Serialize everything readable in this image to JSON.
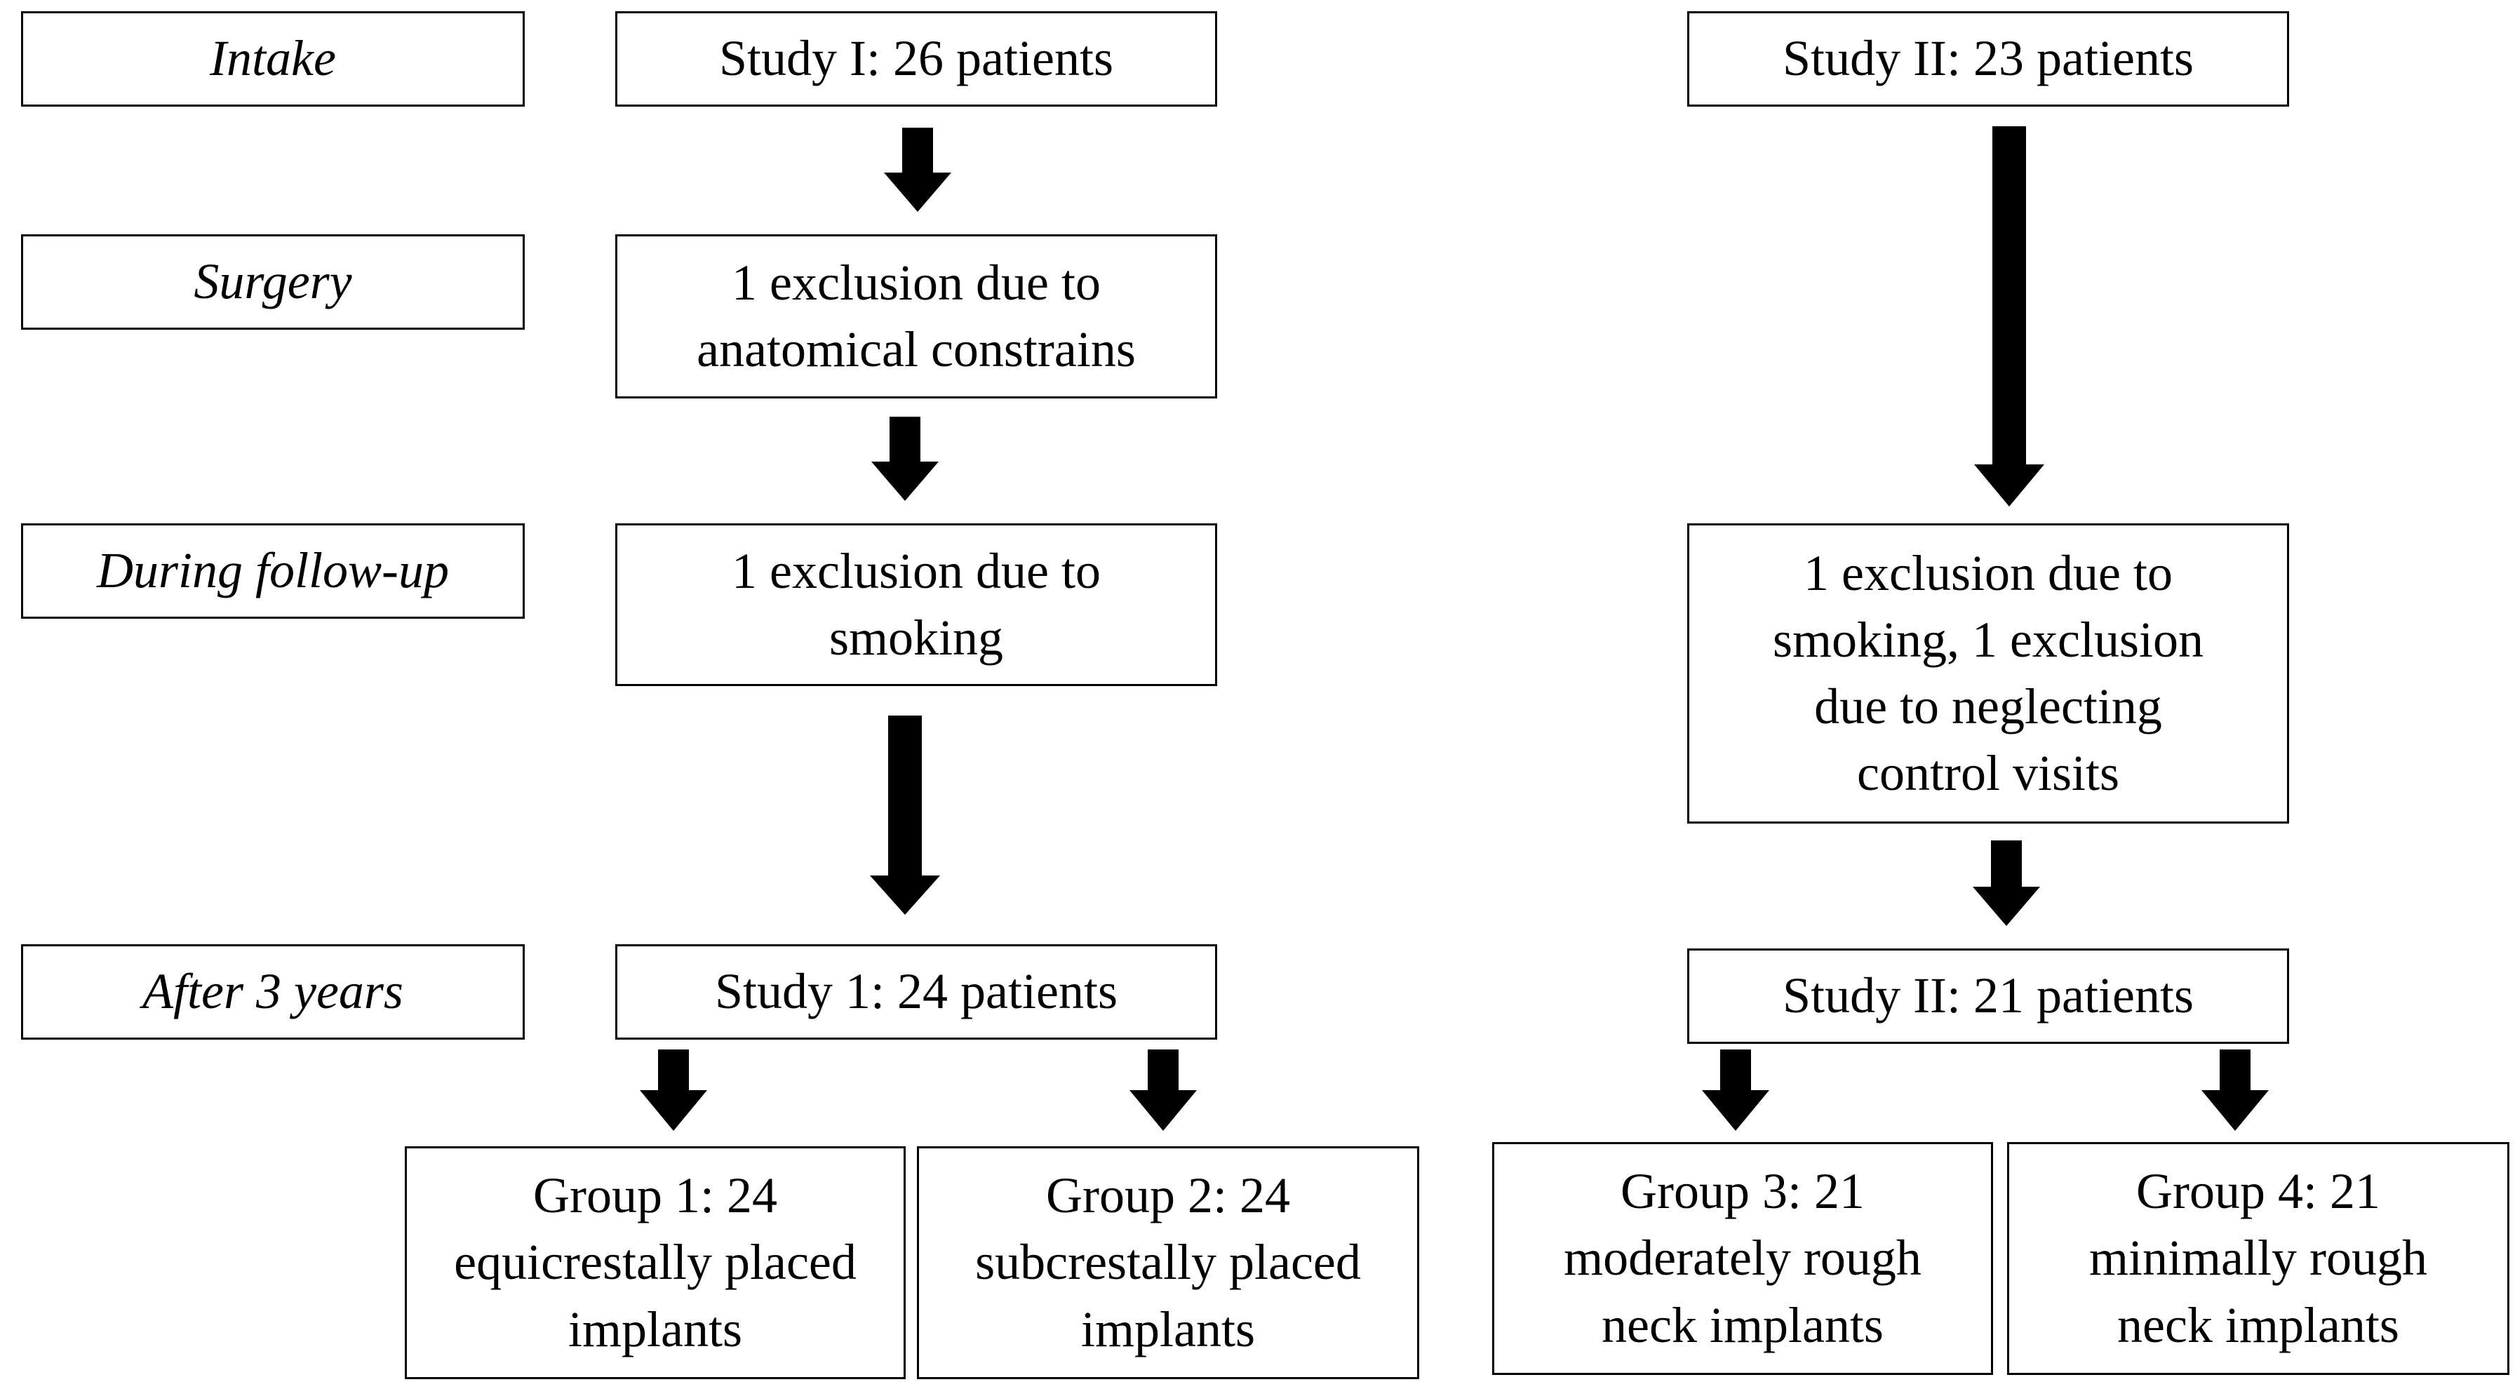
{
  "stages": {
    "intake": "Intake",
    "surgery": "Surgery",
    "followup": "During follow-up",
    "after": "After 3 years"
  },
  "study1": {
    "intake": "Study I: 26 patients",
    "surgery": [
      "1 exclusion due to",
      "anatomical constrains"
    ],
    "followup": [
      "1 exclusion due to",
      "smoking"
    ],
    "after": "Study 1: 24 patients",
    "group1": [
      "Group 1: 24",
      "equicrestally placed",
      "implants"
    ],
    "group2": [
      "Group 2: 24",
      "subcrestally placed",
      "implants"
    ]
  },
  "study2": {
    "intake": "Study II: 23 patients",
    "followup": [
      "1 exclusion due to",
      "smoking, 1 exclusion",
      "due to neglecting",
      "control visits"
    ],
    "after": "Study II: 21 patients",
    "group3": [
      "Group 3: 21",
      "moderately rough",
      "neck implants"
    ],
    "group4": [
      "Group 4: 21",
      "minimally rough",
      "neck implants"
    ]
  }
}
